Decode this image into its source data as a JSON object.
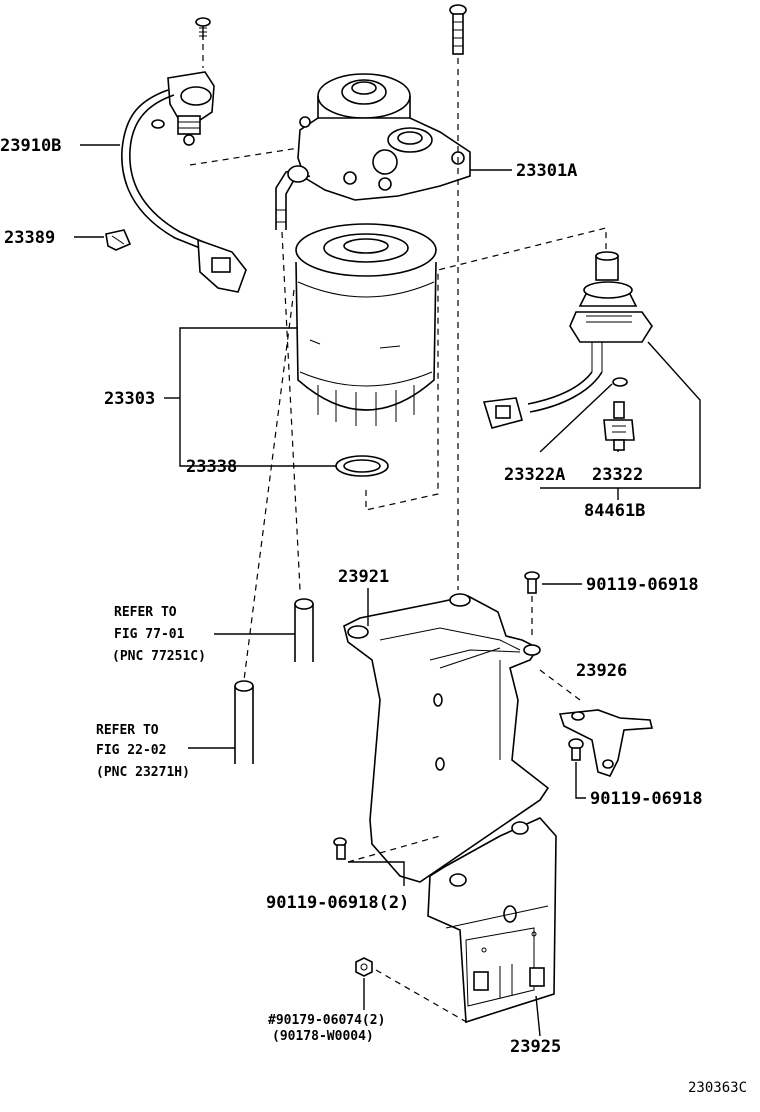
{
  "labels": {
    "sensor_switch": "23910B",
    "clamp": "23389",
    "filter_head": "23301A",
    "filter_element": "23303",
    "gasket": "23338",
    "drain_plug": "23322A",
    "drain_cock": "23322",
    "heater": "84461B",
    "bracket": "23921",
    "bolt_top": "90119-06918",
    "stay": "23926",
    "bolt_stay": "90119-06918",
    "bolt_lower": "90119-06918(2)",
    "nut_main": "#90179-06074(2)",
    "nut_alt": "(90178-W0004)",
    "protector": "23925"
  },
  "refer1": {
    "line1": "REFER TO",
    "line2": "FIG 77-01",
    "line3": "(PNC 77251C)"
  },
  "refer2": {
    "line1": "REFER TO",
    "line2": "FIG 22-02",
    "line3": "(PNC 23271H)"
  },
  "catalog_number": "230363C"
}
